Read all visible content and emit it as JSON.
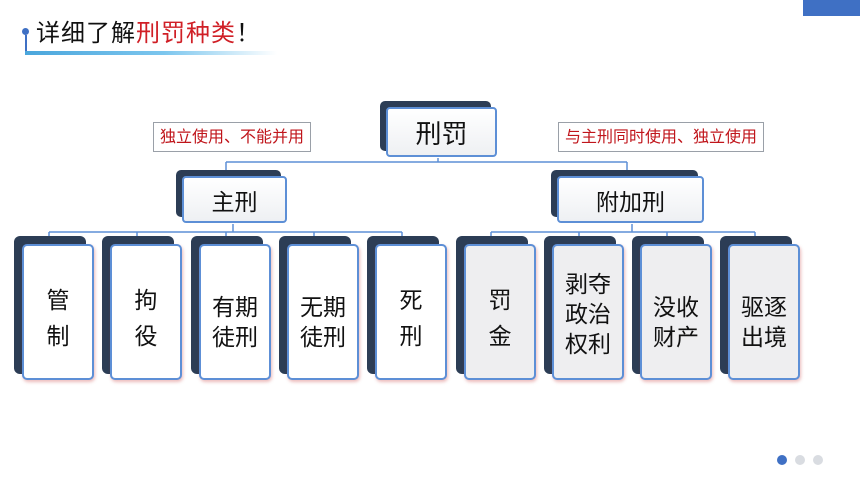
{
  "header": {
    "title_prefix": "详细了解",
    "title_highlight": "刑罚种类",
    "title_suffix": "！"
  },
  "diagram": {
    "root": "刑罚",
    "notes": {
      "left": "独立使用、不能并用",
      "right": "与主刑同时使用、独立使用"
    },
    "branches": [
      {
        "label": "主刑",
        "children": [
          "管\n制",
          "拘\n役",
          "有期\n徒刑",
          "无期\n徒刑",
          "死\n刑"
        ]
      },
      {
        "label": "附加刑",
        "children": [
          "罚\n金",
          "剥夺\n政治\n权利",
          "没收\n财产",
          "驱逐\n出境"
        ]
      }
    ]
  },
  "pager": {
    "count": 3,
    "active": 0
  },
  "colors": {
    "accent": "#3f70c4",
    "highlight_red": "#d01f26",
    "node_border": "#5d8fd6",
    "node_shadow": "#2c3d55"
  }
}
